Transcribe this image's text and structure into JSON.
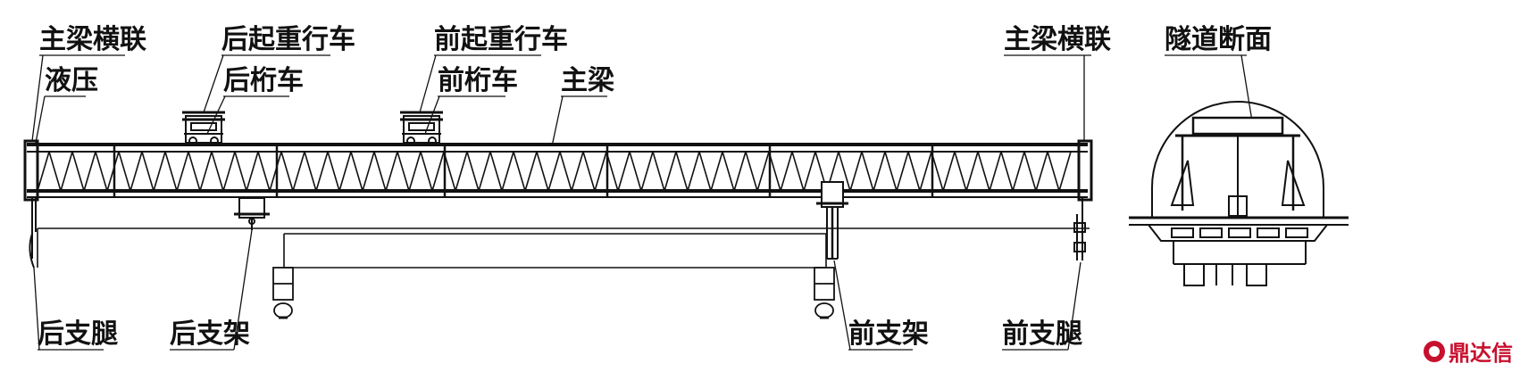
{
  "labels": {
    "main_girder_crossbeam_left": "主梁横联",
    "hydraulic": "液压",
    "rear_crane_trolley": "后起重行车",
    "rear_truss_trolley": "后桁车",
    "front_crane_trolley": "前起重行车",
    "front_truss_trolley": "前桁车",
    "main_girder": "主梁",
    "main_girder_crossbeam_right": "主梁横联",
    "tunnel_section": "隧道断面",
    "rear_leg": "后支腿",
    "rear_support": "后支架",
    "front_support": "前支架",
    "front_leg": "前支腿"
  },
  "watermark": {
    "text": "鼎达信",
    "color": "#c8102e"
  },
  "colors": {
    "line": "#111111",
    "background": "#ffffff"
  }
}
